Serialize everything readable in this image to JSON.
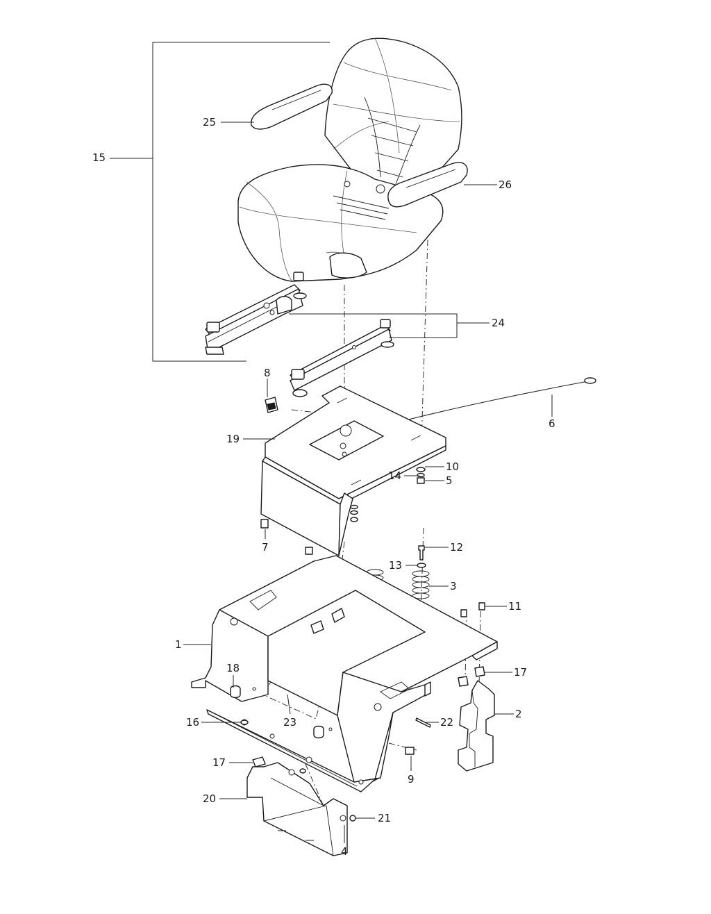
{
  "callouts": {
    "p1": "1",
    "p2": "2",
    "p3": "3",
    "p4": "4",
    "p5": "5",
    "p6": "6",
    "p7": "7",
    "p8": "8",
    "p9": "9",
    "p10": "10",
    "p11": "11",
    "p12": "12",
    "p13": "13",
    "p14": "14",
    "p15": "15",
    "p16": "16",
    "p17a": "17",
    "p17b": "17",
    "p18": "18",
    "p19": "19",
    "p20": "20",
    "p21": "21",
    "p22": "22",
    "p23": "23",
    "p24": "24",
    "p25": "25",
    "p26": "26"
  }
}
